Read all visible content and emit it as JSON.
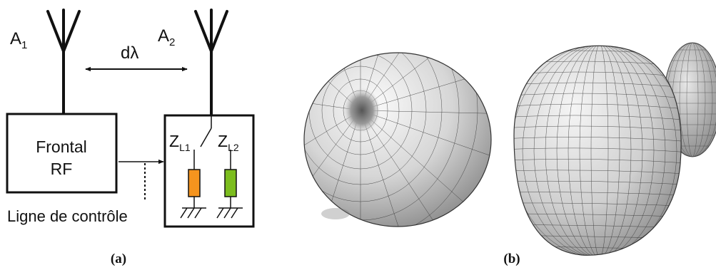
{
  "panel_a": {
    "antenna_1_label": "A",
    "antenna_1_sub": "1",
    "antenna_2_label": "A",
    "antenna_2_sub": "2",
    "distance_label": "dλ",
    "frontend_line1": "Frontal",
    "frontend_line2": "RF",
    "load_1_label": "Z",
    "load_1_sub": "L1",
    "load_2_label": "Z",
    "load_2_sub": "L2",
    "control_line_label": "Ligne de contrôle",
    "caption": "(a)",
    "colors": {
      "load_1": "#f5941e",
      "load_2": "#7cbd1e"
    }
  },
  "panel_b": {
    "caption": "(b)"
  }
}
